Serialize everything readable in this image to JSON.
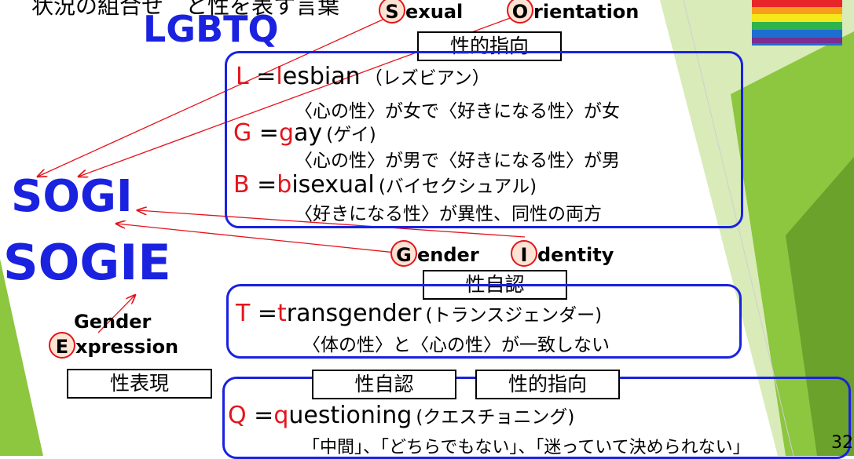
{
  "title_top_partial": "状況の組合せ　と性を表す言葉",
  "lgbtq_heading": "LGBTQ",
  "sogi": "SOGI",
  "sogie": "SOGIE",
  "sexual": {
    "letter": "S",
    "rest": "exual"
  },
  "orientation": {
    "letter": "O",
    "rest": "rientation"
  },
  "gender": {
    "letter": "G",
    "rest": "ender"
  },
  "identity": {
    "letter": "I",
    "rest": "dentity"
  },
  "gender_expression": {
    "line1": "Gender",
    "letter": "E",
    "rest": "xpression"
  },
  "labels": {
    "sexual_orientation": "性的指向",
    "gender_identity": "性自認",
    "gender_expression": "性表現",
    "gender_identity_2": "性自認",
    "sexual_orientation_2": "性的指向"
  },
  "terms": {
    "L": {
      "letter": "L",
      "eq": " =",
      "initial": "l",
      "word": "esbian",
      "kana": "（レズビアン）",
      "desc": "〈心の性〉が女で〈好きになる性〉が女"
    },
    "G": {
      "letter": "G",
      "eq": " =",
      "initial": "g",
      "word": "ay",
      "kana": "(ゲイ)",
      "desc": "〈心の性〉が男で〈好きになる性〉が男"
    },
    "B": {
      "letter": "B",
      "eq": " =",
      "initial": "b",
      "word": "isexual",
      "kana": "(バイセクシュアル)",
      "desc": "〈好きになる性〉が異性、同性の両方"
    },
    "T": {
      "letter": "T",
      "eq": " =",
      "initial": "t",
      "word": "ransgender",
      "kana": "(トランスジェンダー)",
      "desc": "〈体の性〉と〈心の性〉が一致しない"
    },
    "Q": {
      "letter": "Q",
      "eq": " =",
      "initial": "q",
      "word": "uestioning",
      "kana": "(クエスチョニング)",
      "desc": "「中間」、「どちらでもない」、「迷っていて決められない」"
    }
  },
  "page_number": "32",
  "colors": {
    "blue": "#1a22e0",
    "red": "#e4141b",
    "green": "#8dc63f"
  }
}
